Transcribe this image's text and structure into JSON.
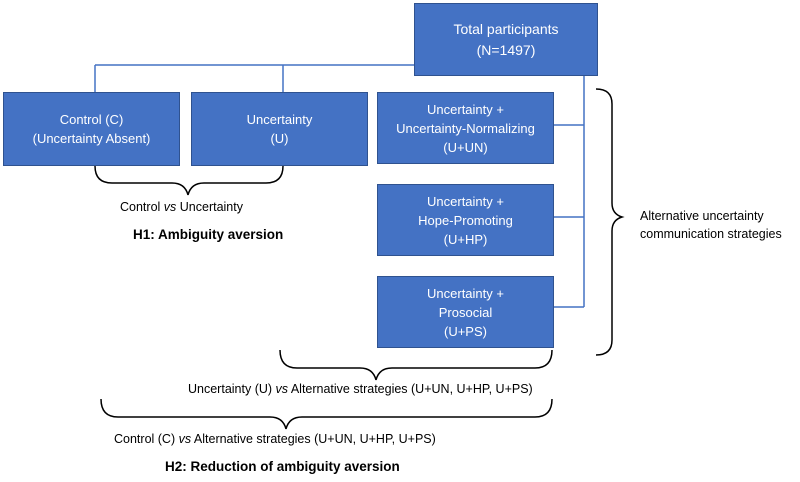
{
  "boxes": {
    "total": {
      "line1": "Total participants",
      "line2": "(N=1497)"
    },
    "control": {
      "line1": "Control (C)",
      "line2": "(Uncertainty Absent)"
    },
    "uncertainty": {
      "line1": "Uncertainty",
      "line2": "(U)"
    },
    "normalizing": {
      "line1": "Uncertainty +",
      "line2": "Uncertainty-Normalizing",
      "line3": "(U+UN)"
    },
    "hope": {
      "line1": "Uncertainty +",
      "line2": "Hope-Promoting",
      "line3": "(U+HP)"
    },
    "prosocial": {
      "line1": "Uncertainty +",
      "line2": "Prosocial",
      "line3": "(U+PS)"
    }
  },
  "comparisons": {
    "c_vs_u": {
      "left": "Control",
      "vs": "vs",
      "right": "Uncertainty"
    },
    "h1": "H1:  Ambiguity aversion",
    "u_vs_alt": {
      "left": "Uncertainty (U)",
      "vs": "vs",
      "right": "Alternative strategies (U+UN, U+HP, U+PS)"
    },
    "c_vs_alt": {
      "left": "Control (C)",
      "vs": "vs",
      "right": "Alternative strategies (U+UN, U+HP, U+PS)"
    },
    "h2": "H2:  Reduction of ambiguity aversion"
  },
  "side_label": {
    "line1": "Alternative uncertainty",
    "line2": "communication strategies"
  },
  "colors": {
    "box_fill": "#4472c4",
    "box_border": "#2f528f",
    "connector": "#4472c4",
    "bracket": "#000000"
  }
}
